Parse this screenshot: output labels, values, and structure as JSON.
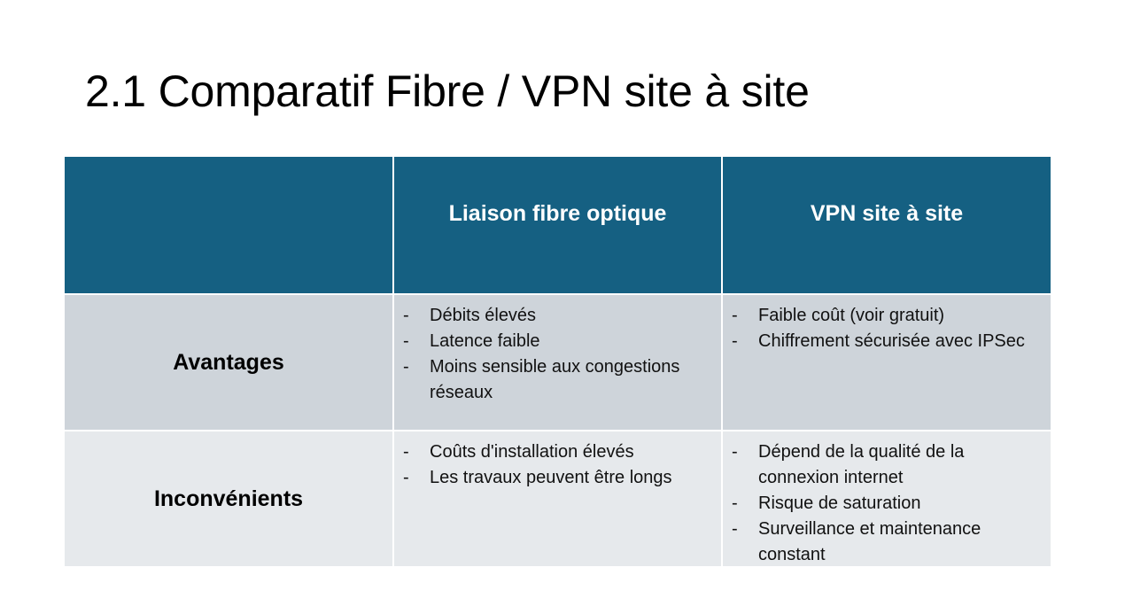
{
  "slide": {
    "title": "2.1 Comparatif Fibre / VPN site à site"
  },
  "table": {
    "headers": [
      "",
      "Liaison fibre optique",
      "VPN site à site"
    ],
    "rows": [
      {
        "label": "Avantages",
        "fibre": [
          "Débits élevés",
          "Latence faible",
          "Moins sensible aux congestions réseaux"
        ],
        "vpn": [
          "Faible coût (voir gratuit)",
          "Chiffrement sécurisée avec IPSec"
        ]
      },
      {
        "label": "Inconvénients",
        "fibre": [
          "Coûts d'installation élevés",
          "Les travaux peuvent être longs"
        ],
        "vpn": [
          "Dépend de la qualité de la connexion internet",
          "Risque de saturation",
          "Surveillance et maintenance constant"
        ]
      }
    ],
    "bullet_marker": "-",
    "colors": {
      "header_bg": "#156082",
      "row1_bg": "#ced4da",
      "row2_bg": "#e6e9ec"
    }
  }
}
